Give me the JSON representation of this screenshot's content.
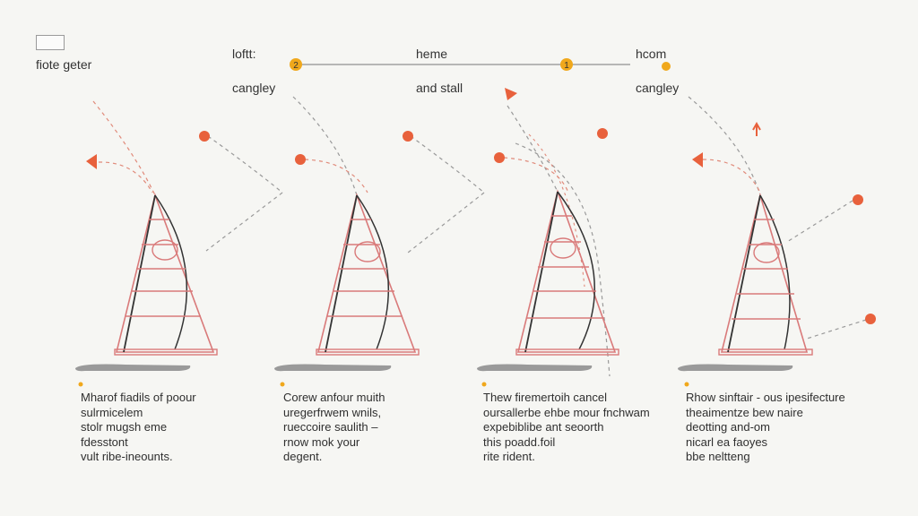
{
  "legend": {
    "label": "fiote geter"
  },
  "top_labels": {
    "left": {
      "line1": "loftt:",
      "line2": "cangley"
    },
    "mid": {
      "line1": "heme",
      "line2": "and stall"
    },
    "right": {
      "line1": "hcom",
      "line2": "cangley"
    }
  },
  "timeline": {
    "start_marker": "2",
    "end_marker": "1"
  },
  "colors": {
    "accent_orange": "#e8613c",
    "marker_yellow": "#f0a81c",
    "sail_line": "#d97a7a",
    "mast_dark": "#333333",
    "board_gray": "#9a9a9a"
  },
  "captions": [
    {
      "lines": [
        "Mharof fiadils of poour",
        "sulrmicelem",
        "stolr mugsh eme",
        "fdesstont",
        "vult ribe-ineounts."
      ]
    },
    {
      "lines": [
        "Corew anfour muith",
        "uregerfrwem wnils,",
        "rueccoire saulith –",
        "rnow mok your",
        "degent."
      ]
    },
    {
      "lines": [
        "Thew firemertoih cancel",
        "oursallerbe ehbe mour fnchwam",
        "expebiblibe ant seoorth",
        "this poadd.foil",
        "rite rident."
      ]
    },
    {
      "lines": [
        "Rhow sinftair - ous ipesifecture",
        "theaimentze bew naire",
        "deotting and-om",
        "nicarl ea faoyes",
        "bbe neltteng"
      ]
    }
  ]
}
